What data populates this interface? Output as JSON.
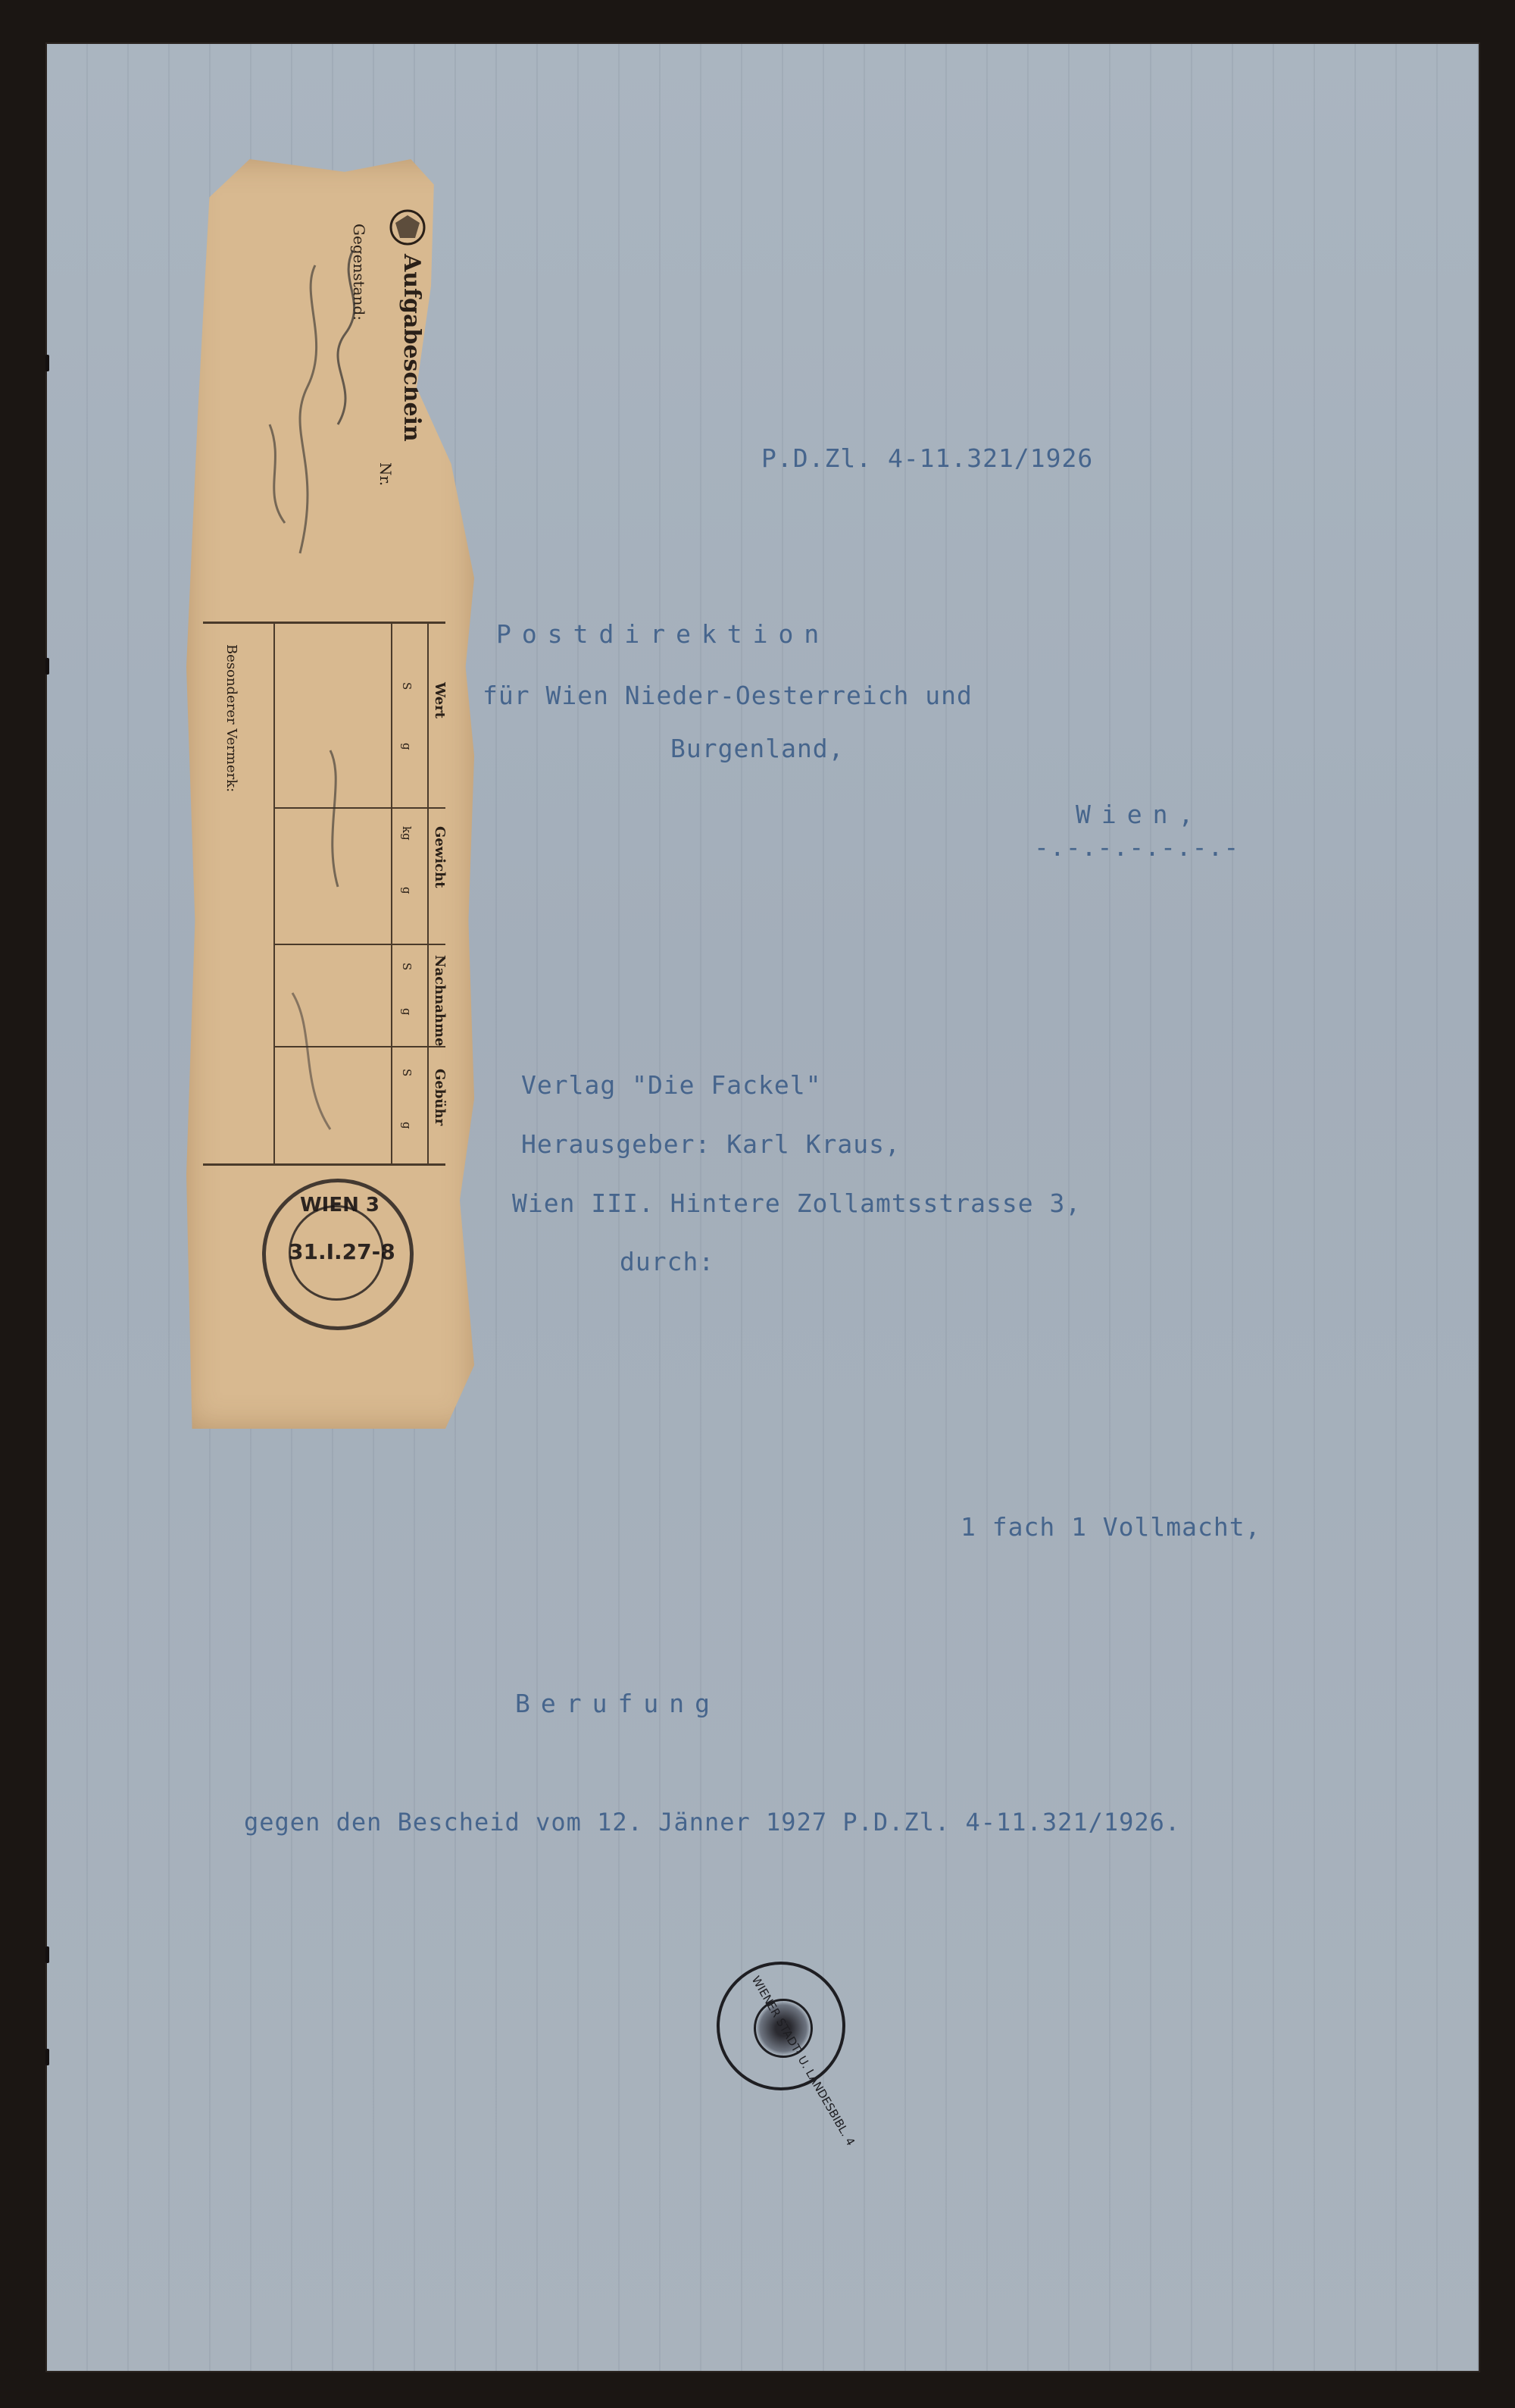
{
  "document": {
    "reference": "P.D.Zl. 4-11.321/1926",
    "sender_line1": "Postdirektion",
    "sender_line2": "für Wien Nieder-Oesterreich und",
    "sender_line3": "Burgenland,",
    "place": "Wien,",
    "place_underline": "-.-.-.-.-.-.-",
    "recipient_line1": "Verlag \"Die Fackel\"",
    "recipient_line2": "Herausgeber: Karl Kraus,",
    "recipient_line3": "Wien III. Hintere Zollamtsstrasse 3,",
    "recipient_line4": "durch:",
    "enclosure": "1 fach 1 Vollmacht,",
    "heading": "Berufung",
    "subject": "gegen den Bescheid vom 12. Jänner 1927 P.D.Zl. 4-11.321/1926."
  },
  "receipt": {
    "title": "Aufgabeschein",
    "nr_label": "Nr.",
    "object_label": "Gegenstand:",
    "columns": [
      "Wert",
      "Gewicht",
      "Nachnahme",
      "Gebühr"
    ],
    "unit_s": "S",
    "unit_g": "g",
    "unit_kg": "kg",
    "remarks_label": "Besonderer Vermerk:",
    "postmark_top": "WIEN 3",
    "postmark_date": "31.I.27-8"
  },
  "library_stamp": {
    "text": "WIENER STADT- U. LANDESBIBL. 4"
  }
}
